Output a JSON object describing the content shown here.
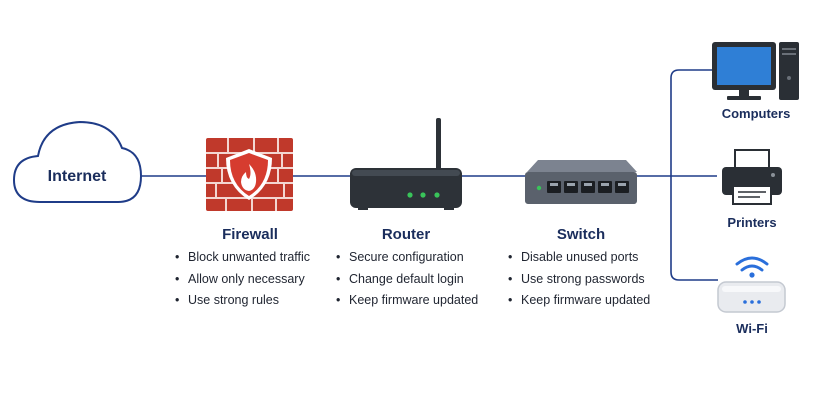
{
  "internet": {
    "label": "Internet"
  },
  "firewall": {
    "title": "Firewall",
    "bullets": [
      "Block unwanted traffic",
      "Allow only necessary",
      "Use strong rules"
    ]
  },
  "router": {
    "title": "Router",
    "bullets": [
      "Secure configuration",
      "Change default login",
      "Keep firmware updated"
    ]
  },
  "switch": {
    "title": "Switch",
    "bullets": [
      "Disable unused ports",
      "Use strong passwords",
      "Keep firmware updated"
    ]
  },
  "endpoints": {
    "computers": "Computers",
    "printers": "Printers",
    "wifi": "Wi-Fi"
  },
  "colors": {
    "line": "#1f3c88",
    "label": "#1a2d5c",
    "brick": "#c0392b",
    "shield": "#d63c2f",
    "device": "#2d3238",
    "led": "#39c45a",
    "monitor_screen": "#2f7fd6",
    "wifi_signal": "#2a6fdb"
  }
}
